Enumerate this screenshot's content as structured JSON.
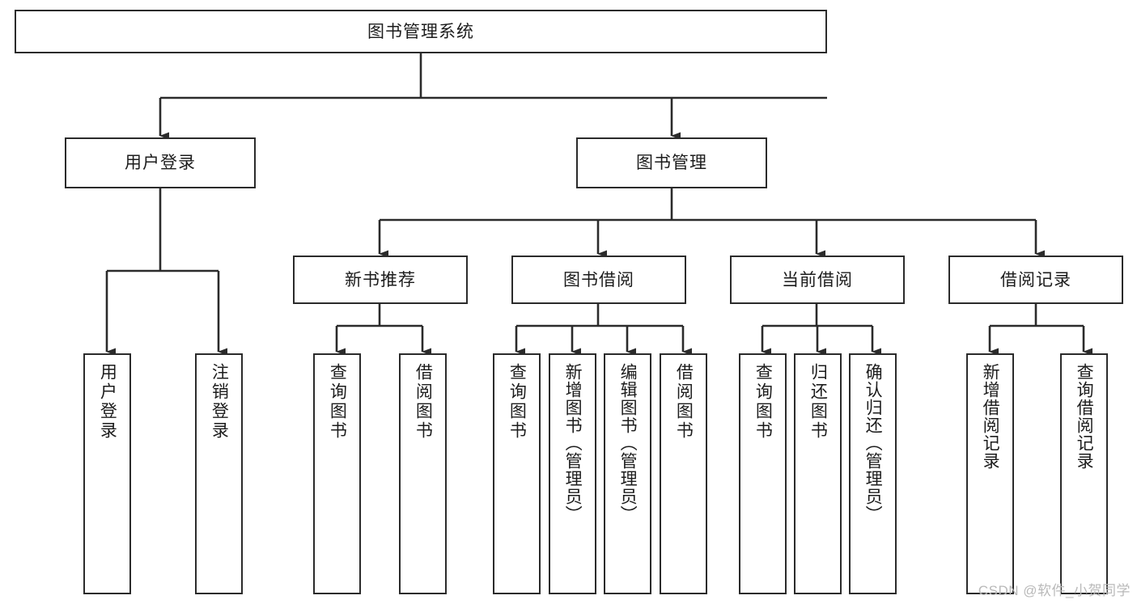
{
  "diagram": {
    "type": "tree",
    "title": "图书管理系统",
    "root": {
      "label": "图书管理系统"
    },
    "level2": [
      {
        "label": "用户登录"
      },
      {
        "label": "图书管理"
      }
    ],
    "level3": [
      {
        "label": "新书推荐"
      },
      {
        "label": "图书借阅"
      },
      {
        "label": "当前借阅"
      },
      {
        "label": "借阅记录"
      }
    ],
    "leaves": {
      "user_login": [
        {
          "label": "用户登录"
        },
        {
          "label": "注销登录"
        }
      ],
      "new_book_recommend": [
        {
          "label": "查询图书"
        },
        {
          "label": "借阅图书"
        }
      ],
      "book_borrow": [
        {
          "label": "查询图书"
        },
        {
          "label": "新增图书（管理员）"
        },
        {
          "label": "编辑图书（管理员）"
        },
        {
          "label": "借阅图书"
        }
      ],
      "current_borrow": [
        {
          "label": "查询图书"
        },
        {
          "label": "归还图书"
        },
        {
          "label": "确认归还（管理员）"
        }
      ],
      "borrow_record": [
        {
          "label": "新增借阅记录"
        },
        {
          "label": "查询借阅记录"
        }
      ]
    }
  },
  "watermark": {
    "text": "CSDN @软件_小贺同学"
  },
  "colors": {
    "box_border": "#2b2b2b",
    "box_fill": "#ffffff",
    "line": "#2b2b2b",
    "text": "#1c1c1c",
    "watermark": "#b9b9b9"
  }
}
